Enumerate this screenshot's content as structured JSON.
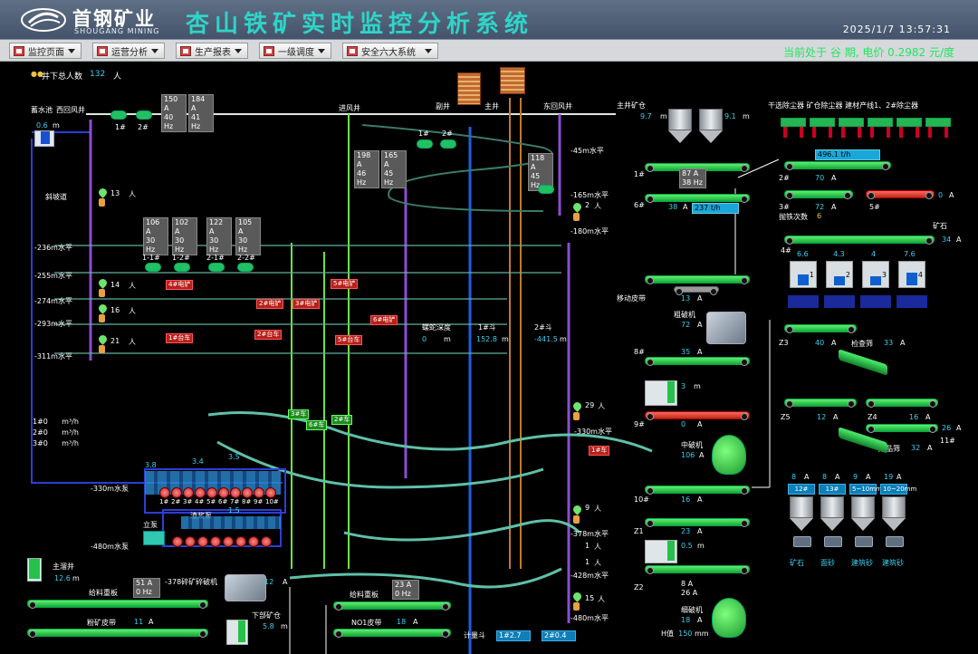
{
  "header": {
    "logo_cn": "首钢矿业",
    "logo_en": "SHOUGANG MINING",
    "title": "杏山铁矿实时监控分析系统",
    "datetime": "2025/1/7  13:57:31"
  },
  "menu": [
    {
      "label": "监控页面"
    },
    {
      "label": "运营分析"
    },
    {
      "label": "生产报表"
    },
    {
      "label": "一级调度"
    },
    {
      "label": "安全六大系统"
    }
  ],
  "period_text": "当前处于 谷 期, 电价 0.2982 元/度",
  "underground": {
    "people_label": "井下总人数",
    "people_count": "132",
    "people_unit": "人",
    "reservoir_label": "蓄水池",
    "reservoir_level": "0.6",
    "level_unit": "m",
    "west_shaft": "西回风井",
    "west_fans": [
      "1#",
      "2#"
    ],
    "fan_readings_a": [
      "150",
      "40"
    ],
    "fan_readings_b": [
      "184",
      "41"
    ],
    "unit_a": "A",
    "unit_hz": "Hz",
    "inlet_shaft": "进风井",
    "deputy_shaft": "副井",
    "main_shaft": "主井",
    "east_shaft": "东回风井",
    "ramp": "斜坡道",
    "ramp_people": "13",
    "mid_fans": [
      "1#",
      "2#"
    ],
    "mid_fan_a": [
      "198",
      "46"
    ],
    "mid_fan_b": [
      "165",
      "45"
    ],
    "east_fan": [
      "118",
      "45"
    ],
    "row_fans": [
      [
        "106",
        "30"
      ],
      [
        "102",
        "30"
      ],
      [
        "122",
        "30"
      ],
      [
        "105",
        "30"
      ]
    ],
    "fan_labels": [
      "1-1#",
      "1-2#",
      "2-1#",
      "2-2#"
    ],
    "levels": [
      "-236m水平",
      "-255m水平",
      "-274m水平",
      "-293m水平",
      "-311m水平"
    ],
    "level_people": [
      "14",
      "16",
      "21"
    ],
    "right_levels": [
      "-45m水平",
      "-165m水平",
      "-180m水平",
      "-330m水平",
      "-378m水平",
      "-428m水平",
      "-480m水平"
    ],
    "right_people": [
      "2",
      "29",
      "9",
      "1",
      "1",
      "15"
    ],
    "equipment_tags": [
      "4#电铲",
      "2#电铲",
      "3#电铲",
      "5#电铲",
      "6#电铲",
      "1#台车",
      "2#台车",
      "5#台车",
      "3#车",
      "6#车",
      "2#车",
      "1#车"
    ],
    "spiral_depth_label": "螺蛇深度",
    "spiral_depth": "0",
    "shaft1_label": "1#斗",
    "shaft1_depth": "152.8",
    "shaft2_label": "2#斗",
    "shaft2_depth": "-441.5",
    "flow_labels": [
      "1#0",
      "2#0",
      "3#0"
    ],
    "flow_unit": "m³/h",
    "pump330_label": "-330m水泵",
    "pump330_levels": [
      "3.8",
      "3.4",
      "3.5"
    ],
    "pump330_ids": [
      "1#",
      "2#",
      "3#",
      "4#",
      "5#",
      "6#",
      "7#",
      "8#",
      "9#",
      "10#"
    ],
    "vertical_pump": "立泵",
    "mud_pump": "渣浆泵",
    "pump480_label": "-480m水泵",
    "pump480_level": "1.5",
    "main_sump": "主溜井",
    "main_sump_level": "12.6",
    "feed_plate": "给料重板",
    "feed_a": "51",
    "feed_hz": "0",
    "crusher_label": "-378碎矿碎破机",
    "crusher_a": "12",
    "powder_belt": "粉矿皮带",
    "powder_a": "11",
    "lower_ore": "下部矿仓",
    "lower_ore_level": "5.8",
    "ore_plate": "给料重板",
    "ore_plate_a": "23",
    "ore_plate_hz": "0",
    "no1_belt": "NO1皮带",
    "no1_a": "18",
    "meter_label": "计量斗",
    "meter1": "1#2.7",
    "meter2": "2#0.4"
  },
  "surface": {
    "main_bin": "主井矿仓",
    "bin_levels": [
      "9.7",
      "9.1"
    ],
    "belt_1": "1#",
    "belt_1_a": [
      "87",
      "38"
    ],
    "belt_6": "6#",
    "belt_6_a": "38",
    "belt_6_flow": "237",
    "flow_unit": "t/h",
    "dust_labels": "干选除尘器  矿仓除尘器  建材产线1、2#除尘器",
    "belt_top_flow": "496.1",
    "belt_2": "2#",
    "belt_2_a": "70",
    "belt_3": "3#",
    "belt_3_a": "72",
    "belt_5": "5#",
    "belt_5_a": "0",
    "ore_waste": "矿石",
    "throw_label": "抛铁次数",
    "throw_count": "6",
    "belt_4": "4#",
    "belt_4_a": "34",
    "bunker_levels": [
      "6.6",
      "4.3",
      "4",
      "7.6"
    ],
    "bunker_ids": [
      "1",
      "2",
      "3",
      "4"
    ],
    "move_belt": "移动皮带",
    "move_a": "13",
    "coarse": "粗破机",
    "coarse_a": "72",
    "belt_8": "8#",
    "belt_8_a": "35",
    "coarse_tank": "3",
    "belt_9": "9#",
    "belt_9_a": "0",
    "mid_crusher": "中破机",
    "mid_a": "106",
    "belt_10": "10#",
    "belt_10_a": "16",
    "belt_z1": "Z1",
    "z1_a": "23",
    "z1_tank": "0.5",
    "belt_z2": "Z2",
    "z2_a": [
      "8",
      "26"
    ],
    "fine": "细破机",
    "fine_a": "18",
    "h_label": "H值",
    "h_value": "150",
    "h_unit": "mm",
    "z3": "Z3",
    "z3_a": "40",
    "check_screen": "检查筛",
    "check_a": "33",
    "z5": "Z5",
    "z5_a": "12",
    "z4": "Z4",
    "z4_a": "16",
    "belt_11": "11#",
    "belt_11_a": "26",
    "product_screen": "成品筛",
    "product_a": "32",
    "product_a_vals": [
      "8",
      "8",
      "9",
      "19"
    ],
    "product_bins": [
      "12#",
      "13#",
      "5~10mm",
      "10~20mm"
    ],
    "products": [
      "矿石",
      "面砂",
      "建筑砂",
      "建筑砂"
    ]
  }
}
